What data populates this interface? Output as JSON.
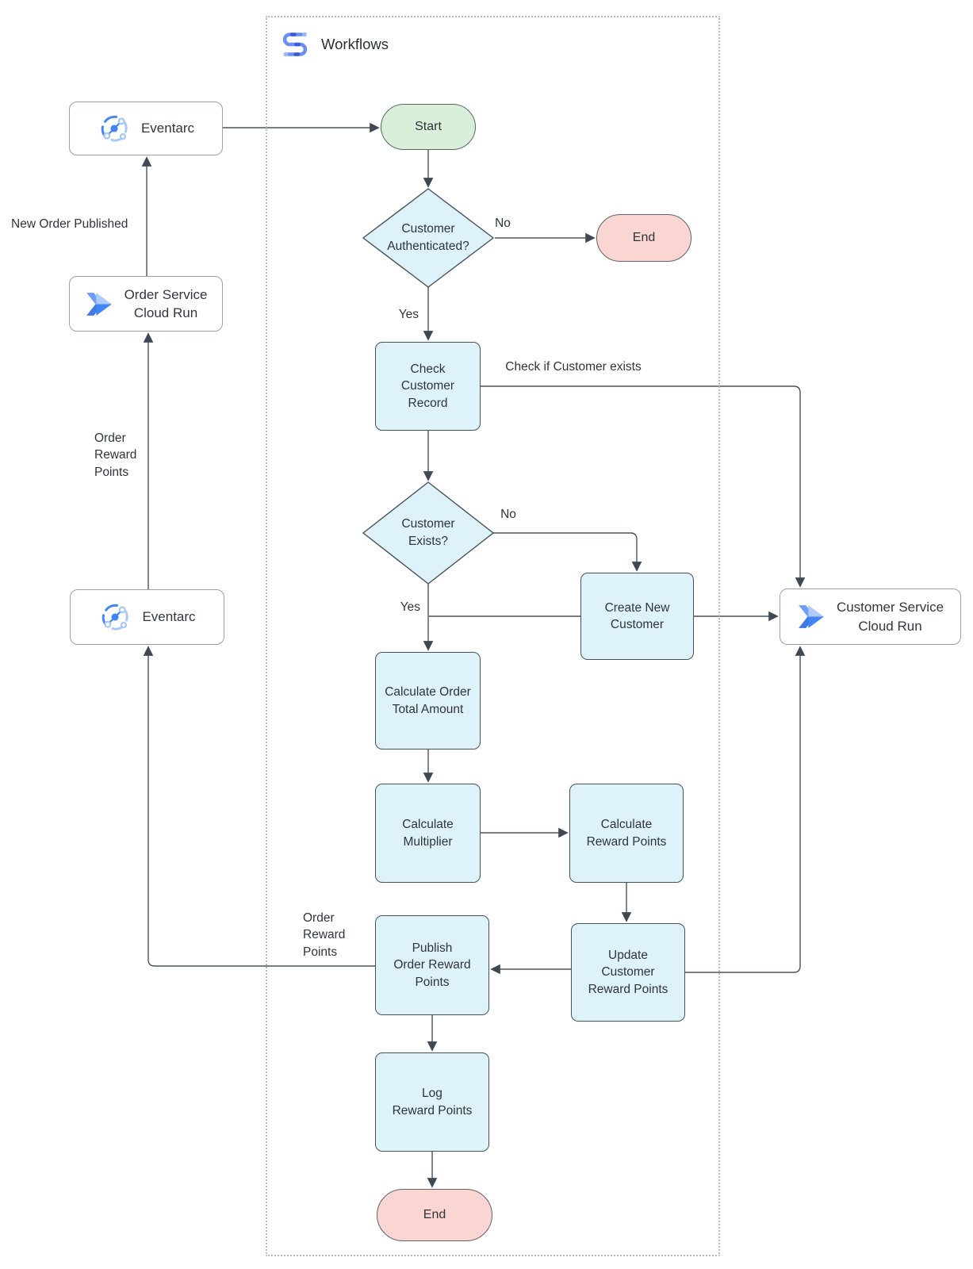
{
  "header": {
    "title": "Workflows"
  },
  "nodes": {
    "eventarc_top": {
      "label": "Eventarc"
    },
    "order_service_cloud_run": {
      "label": "Order Service\nCloud Run"
    },
    "eventarc_bottom": {
      "label": "Eventarc"
    },
    "customer_service_cloud_run": {
      "label": "Customer Service\nCloud Run"
    },
    "start": {
      "label": "Start"
    },
    "customer_authenticated": {
      "label": "Customer\nAuthenticated?"
    },
    "end_top": {
      "label": "End"
    },
    "check_customer_record": {
      "label": "Check\nCustomer\nRecord"
    },
    "customer_exists": {
      "label": "Customer\nExists?"
    },
    "create_new_customer": {
      "label": "Create New\nCustomer"
    },
    "calculate_order_total": {
      "label": "Calculate Order\nTotal Amount"
    },
    "calculate_multiplier": {
      "label": "Calculate\nMultiplier"
    },
    "calculate_reward_points": {
      "label": "Calculate\nReward Points"
    },
    "update_customer_reward_points": {
      "label": "Update\nCustomer\nReward Points"
    },
    "publish_order_reward_points": {
      "label": "Publish\nOrder Reward\nPoints"
    },
    "log_reward_points": {
      "label": "Log\nReward Points"
    },
    "end_bottom": {
      "label": "End"
    }
  },
  "edge_labels": {
    "auth_no": "No",
    "auth_yes": "Yes",
    "check_if_customer_exists": "Check if Customer exists",
    "exists_no": "No",
    "exists_yes": "Yes",
    "new_order_published": "New Order Published",
    "order_reward_points_left": "Order\nReward\nPoints",
    "order_reward_points_publish": "Order\nReward\nPoints"
  },
  "colors": {
    "process_fill": "#def2fa",
    "process_border": "#47525d",
    "start_fill": "#d9efd9",
    "end_fill": "#f9d6d2",
    "external_box_border": "#9aa0a8",
    "edge_stroke": "#4a545f",
    "text": "#2e353c",
    "icon_blue": "#4285f4",
    "icon_light_blue": "#a8c7fa",
    "workflows_icon_blue": "#6c8ef5"
  }
}
